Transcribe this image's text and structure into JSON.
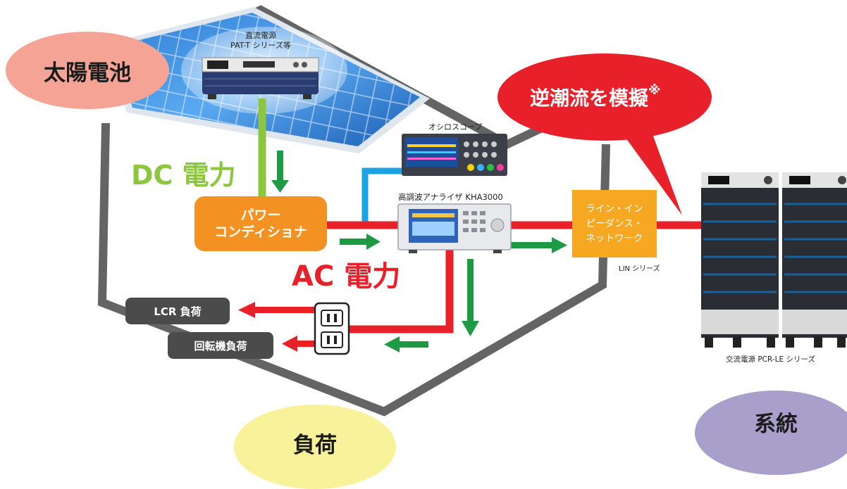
{
  "labels": {
    "solar": "太陽電池",
    "load": "負荷",
    "grid": "系統",
    "reverse_flow": "逆潮流を模擬",
    "reverse_flow_mark": "※",
    "dc_power": "DC 電力",
    "ac_power": "AC 電力",
    "power_conditioner": [
      "パワー",
      "コンディショナ"
    ],
    "dc_supply": [
      "直流電源",
      "PAT-T シリーズ等"
    ],
    "oscilloscope": "オシロスコープ",
    "harmonic_analyzer": "高調波アナライザ KHA3000",
    "lin": [
      "ライン・イン",
      "ピーダンス・",
      "ネットワーク"
    ],
    "lin_series": "LIN シリーズ",
    "lcr_load": "LCR 負荷",
    "rotary_load": "回転機負荷",
    "ac_supply": "交流電源 PCR-LE シリーズ"
  },
  "colors": {
    "house": "#646464",
    "dc_line": "#8cc63f",
    "ac_line": "#e8202a",
    "signal_line": "#1aa3e0",
    "flow_arrow": "#1e9a45",
    "converter": "#f39222",
    "lin_box": "#f7a823",
    "solar_blob": "#f5a394",
    "load_blob": "#f8f29a",
    "grid_blob": "#a99fcb",
    "bubble": "#e8202a"
  }
}
